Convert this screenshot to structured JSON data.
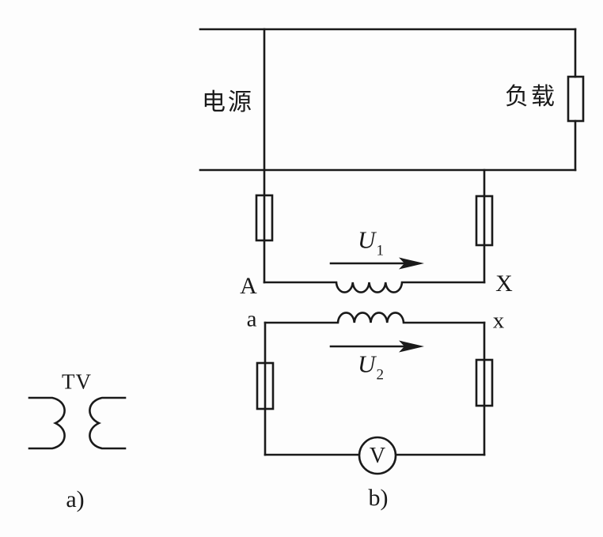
{
  "figure": {
    "symbol": {
      "label": "TV",
      "caption": "a)"
    },
    "circuit": {
      "caption": "b)",
      "source_label": "电源",
      "load_label": "负载",
      "primary_terminal_start": "A",
      "primary_terminal_end": "X",
      "primary_voltage_base": "U",
      "primary_voltage_sub": "1",
      "secondary_terminal_start": "a",
      "secondary_terminal_end": "x",
      "voltmeter_label": "V",
      "secondary_voltage_base": "U",
      "secondary_voltage_sub": "2"
    }
  },
  "colors": {
    "line": "#1a1a1a",
    "background": "#fdfdfd"
  }
}
